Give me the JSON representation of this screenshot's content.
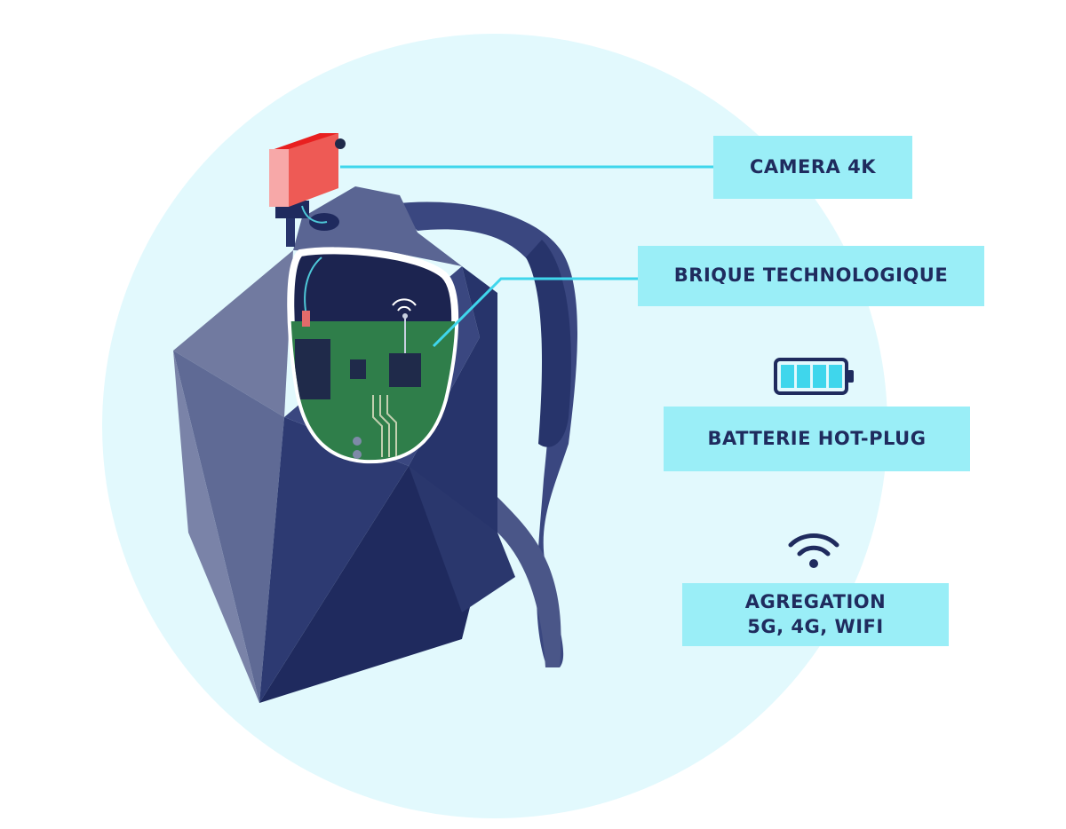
{
  "colors": {
    "circle_background": "#e2f9fd",
    "label_background": "#9aeef7",
    "label_text": "#1f2b5e",
    "connector": "#3fd6ec",
    "backpack_dark": "#27346b",
    "backpack_mid": "#3d4a80",
    "backpack_light": "#6b7398",
    "circuit_board": "#2f7e4a",
    "camera": "#ee5a55"
  },
  "labels": {
    "camera": "CAMERA 4K",
    "brique": "BRIQUE TECHNOLOGIQUE",
    "battery": "BATTERIE HOT-PLUG",
    "aggregation_line1": "AGREGATION",
    "aggregation_line2": "5G, 4G, WIFI"
  },
  "icons": {
    "battery": "battery-full-icon",
    "wifi": "wifi-icon"
  }
}
